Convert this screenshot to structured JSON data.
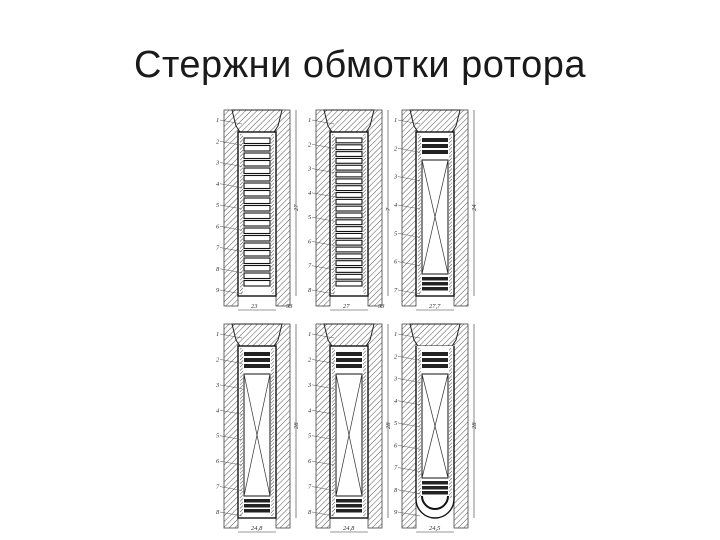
{
  "slide": {
    "title": "Стержни обмотки ротора"
  },
  "figure": {
    "panels": [
      {
        "row": "top",
        "col": 1,
        "part_numbers": [
          "1",
          "2",
          "3",
          "4",
          "5",
          "6",
          "7",
          "8",
          "9"
        ],
        "dimensions": [
          "23",
          "27",
          "53"
        ]
      },
      {
        "row": "top",
        "col": 2,
        "part_numbers": [
          "1",
          "2",
          "3",
          "4",
          "5",
          "6",
          "7",
          "8"
        ],
        "dimensions": [
          "27",
          "7",
          "53"
        ]
      },
      {
        "row": "top",
        "col": 3,
        "part_numbers": [
          "1",
          "2",
          "3",
          "4",
          "5",
          "6",
          "7"
        ],
        "dimensions": [
          "27,7",
          "24"
        ]
      },
      {
        "row": "bottom",
        "col": 1,
        "part_numbers": [
          "1",
          "2",
          "3",
          "4",
          "5",
          "6",
          "7",
          "8"
        ],
        "dimensions": [
          "24,8",
          "28"
        ]
      },
      {
        "row": "bottom",
        "col": 2,
        "part_numbers": [
          "1",
          "2",
          "3",
          "4",
          "5",
          "6",
          "7",
          "8"
        ],
        "dimensions": [
          "24,8",
          "28"
        ]
      },
      {
        "row": "bottom",
        "col": 3,
        "part_numbers": [
          "1",
          "2",
          "3",
          "4",
          "5",
          "6",
          "7",
          "8",
          "9"
        ],
        "dimensions": [
          "24,5",
          "28"
        ]
      }
    ]
  }
}
